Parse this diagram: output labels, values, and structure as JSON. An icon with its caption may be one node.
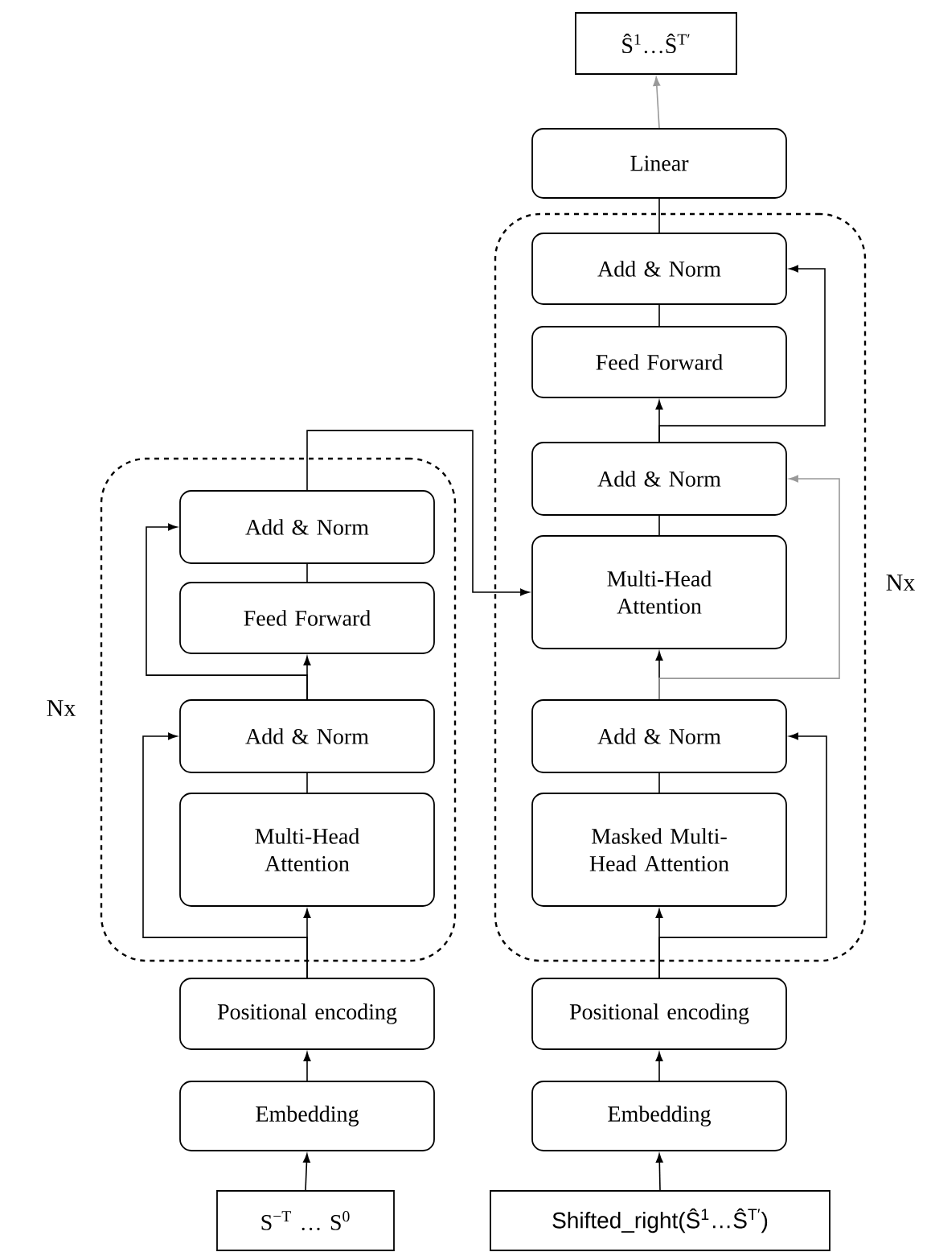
{
  "diagram": {
    "nodes": [
      {
        "text": [],
        "shape": "box",
        "beside": [
          "Nx"
        ]
      },
      {
        "text": [
          "Add & Norm"
        ],
        "in": 0
      },
      {
        "text": [
          "Feed Forward"
        ],
        "in": 0
      },
      {
        "text": [
          "Add & Norm"
        ],
        "in": 0
      },
      {
        "text": [
          "Multi-Head Attention"
        ],
        "in": 0
      },
      {
        "text": [
          "Positional encoding"
        ]
      },
      {
        "text": [
          "Embedding"
        ]
      },
      {
        "text": [
          "S$^{−T}$ … S$^{0}$"
        ]
      },
      {
        "text": [
          "Ŝ$^{1}$…Ŝ$^{T′}$"
        ]
      },
      {
        "text": [
          "Linear"
        ]
      },
      {
        "text": [],
        "shape": "box",
        "beside": [
          "Nx"
        ]
      },
      {
        "text": [
          "Add & Norm"
        ],
        "in": 10
      },
      {
        "text": [
          "Feed Forward"
        ],
        "in": 10
      },
      {
        "text": [
          "Add & Norm"
        ],
        "in": 10
      },
      {
        "text": [
          "Multi-Head Attention"
        ],
        "in": 10
      },
      {
        "text": [
          "Add & Norm"
        ],
        "in": 10
      },
      {
        "text": [
          "Masked Multi-Head Attention"
        ],
        "in": 10
      },
      {
        "text": [
          "Positional encoding"
        ]
      },
      {
        "text": [
          "Embedding"
        ]
      },
      {
        "text": [
          "Shifted_right(Ŝ$^{1}$…Ŝ$^{T′}$)"
        ]
      }
    ],
    "edges": [
      {
        "from": 7,
        "to": 6,
        "arrow": "to"
      },
      {
        "from": 6,
        "to": 5,
        "arrow": "to"
      },
      {
        "from": 5,
        "to": 4,
        "arrow": "to"
      },
      {
        "from": 5,
        "to": 3,
        "arrow": "to"
      },
      {
        "from": 4,
        "to": 3,
        "arrow": "none"
      },
      {
        "from": 3,
        "to": 2,
        "arrow": "to"
      },
      {
        "from": 3,
        "to": 1,
        "arrow": "to"
      },
      {
        "from": 2,
        "to": 1,
        "arrow": "none"
      },
      {
        "from": 1,
        "to": 14,
        "arrow": "to"
      },
      {
        "from": 19,
        "to": 18,
        "arrow": "to"
      },
      {
        "from": 18,
        "to": 17,
        "arrow": "to"
      },
      {
        "from": 17,
        "to": 16,
        "arrow": "to"
      },
      {
        "from": 17,
        "to": 15,
        "arrow": "to"
      },
      {
        "from": 16,
        "to": 15,
        "arrow": "none"
      },
      {
        "from": 15,
        "to": 14,
        "arrow": "to"
      },
      {
        "from": 15,
        "to": 13,
        "arrow": "to",
        "color": "#999999"
      },
      {
        "from": 14,
        "to": 13,
        "arrow": "none"
      },
      {
        "from": 13,
        "to": 12,
        "arrow": "to"
      },
      {
        "from": 13,
        "to": 11,
        "arrow": "to"
      },
      {
        "from": 12,
        "to": 11,
        "arrow": "none"
      },
      {
        "from": 11,
        "to": 9,
        "arrow": "none"
      },
      {
        "from": 9,
        "to": 8,
        "arrow": "to",
        "color": "#999999"
      }
    ]
  }
}
